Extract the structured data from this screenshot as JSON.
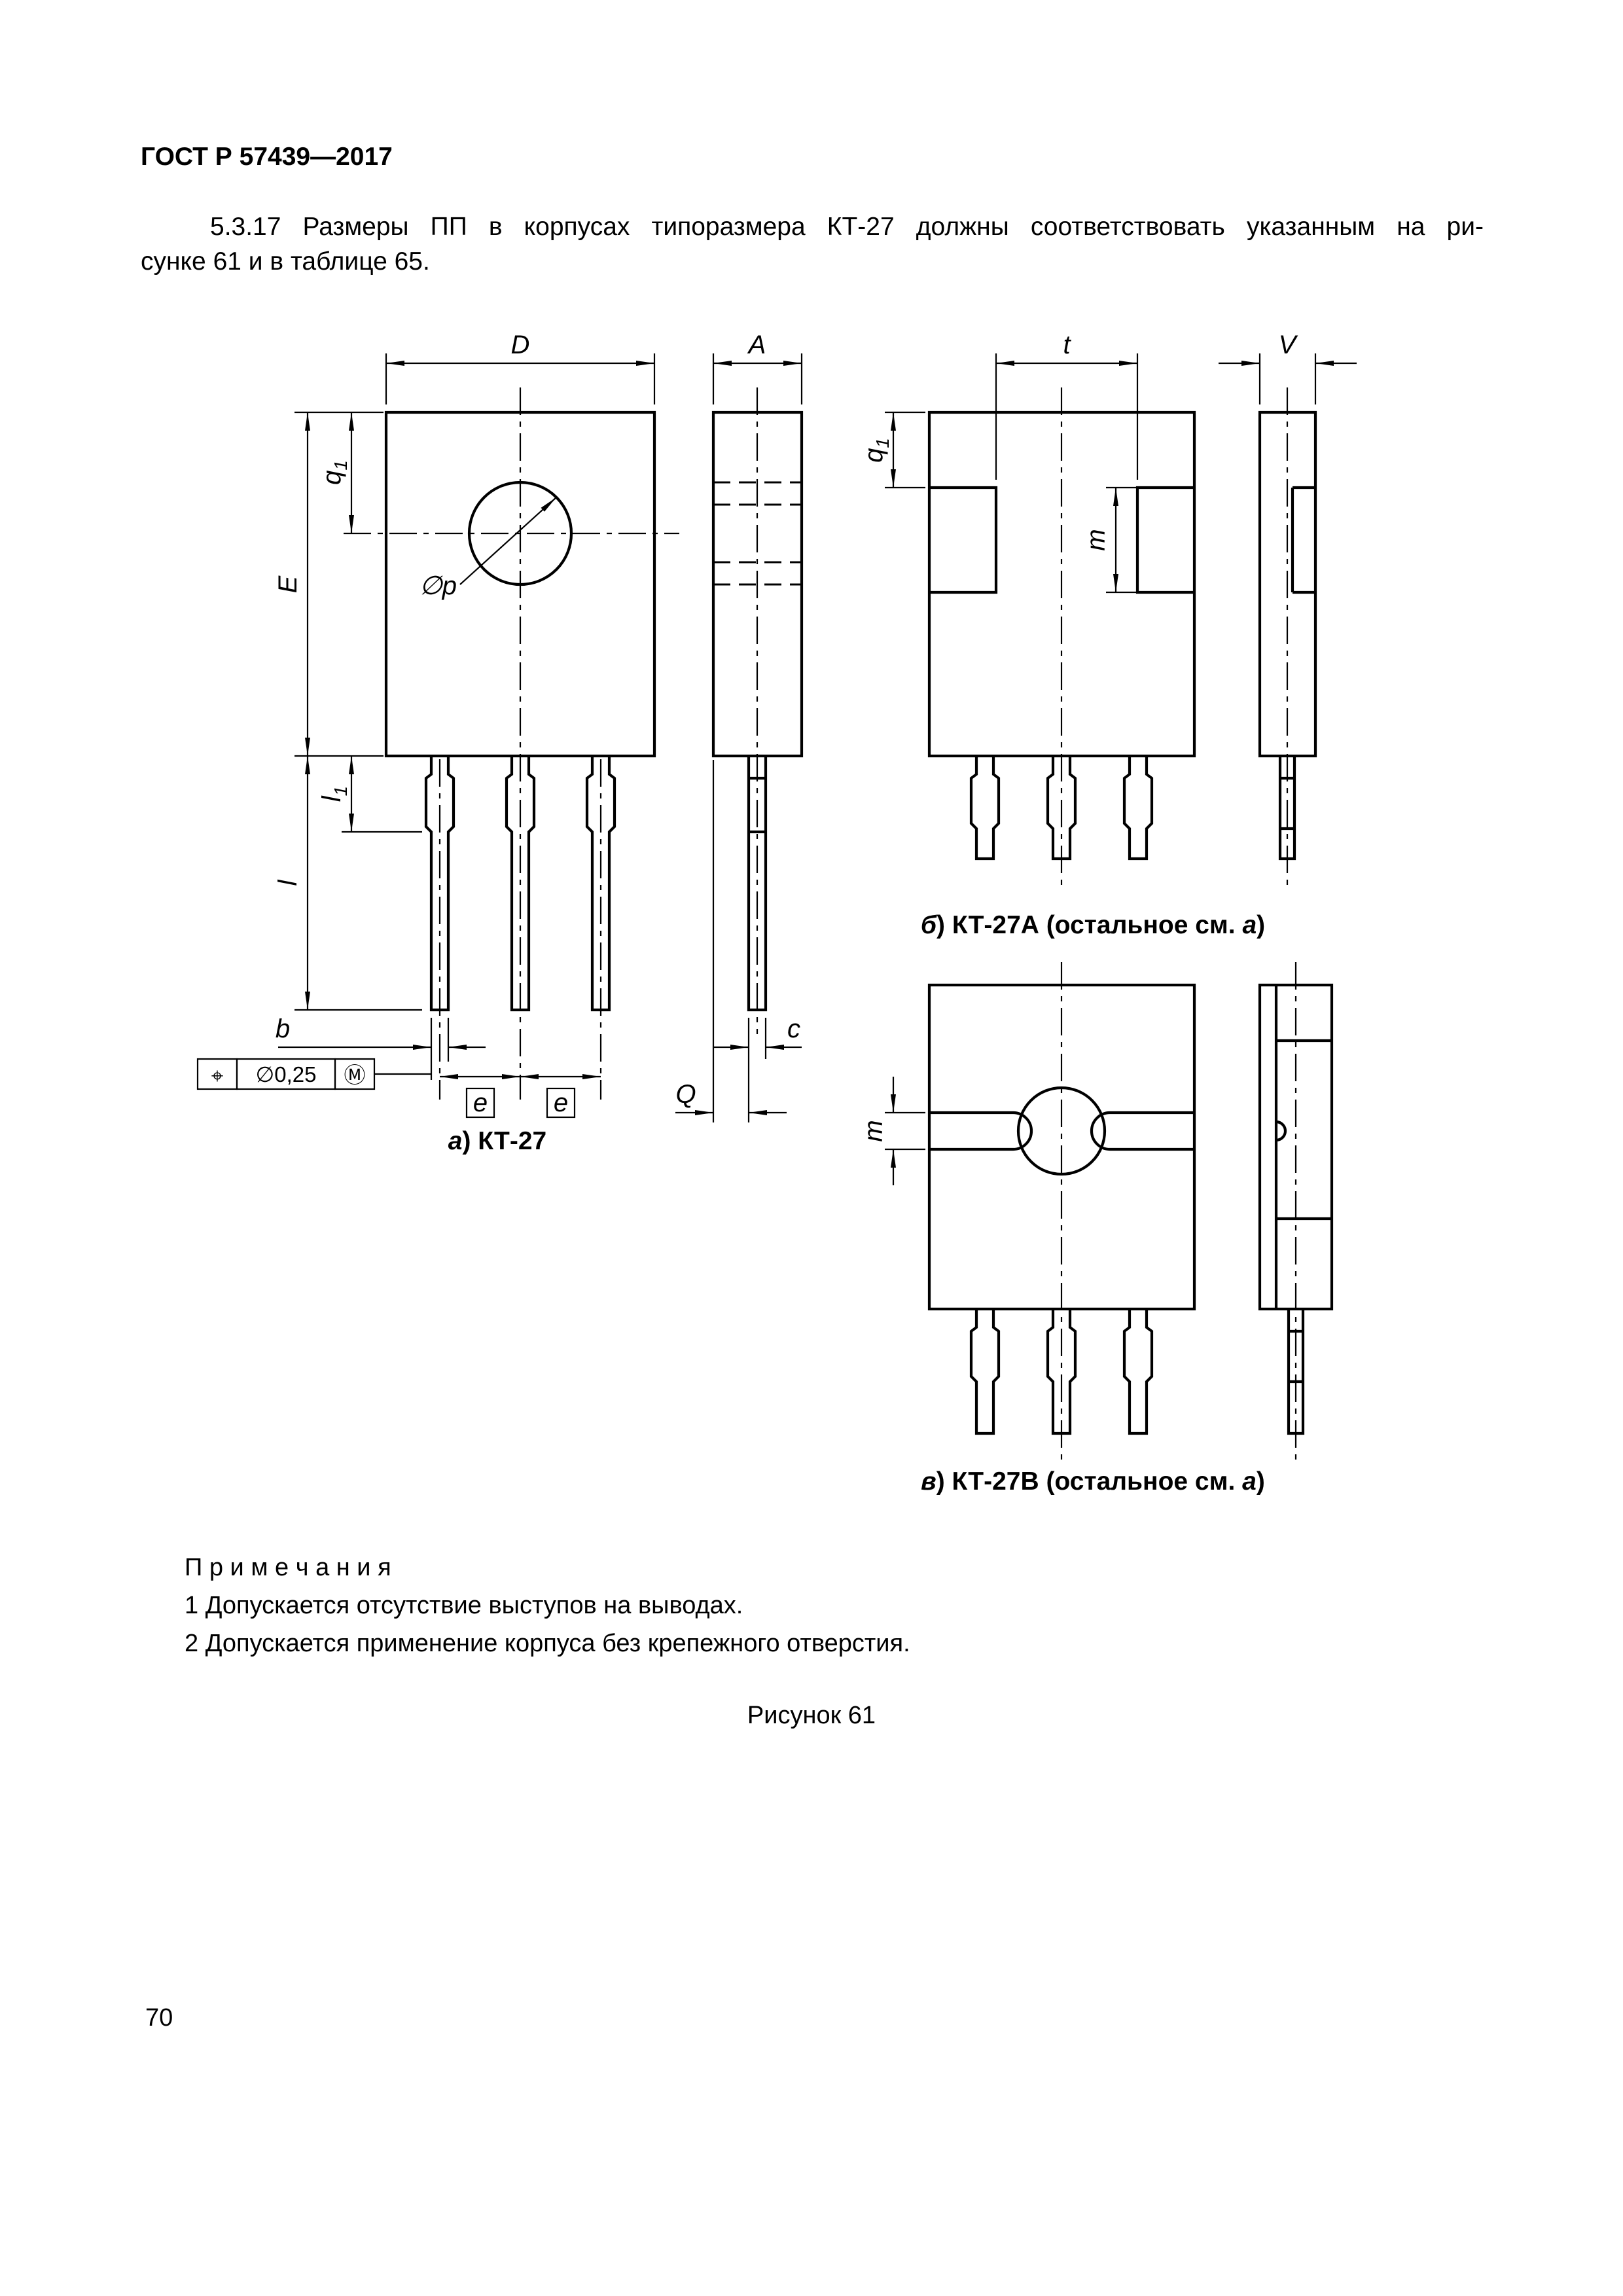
{
  "doc": {
    "header": "ГОСТ Р 57439—2017",
    "para_line1": "5.3.17 Размеры ПП в корпусах типоразмера КТ-27 должны соответствовать указанным на ри-",
    "para_line2": "сунке 61 и в таблице 65.",
    "figure_caption": "Рисунок 61",
    "page_number": "70"
  },
  "notes": {
    "title": "П р и м е ч а н и я",
    "item1": "1 Допускается отсутствие выступов на выводах.",
    "item2": "2 Допускается применение корпуса без крепежного отверстия."
  },
  "captions": {
    "a_letter": "а",
    "a_rest": ") КТ-27",
    "b_letter": "б",
    "b_rest": ") КТ-27А (остальное см. ",
    "b_ref": "а",
    "b_close": ")",
    "v_letter": "в",
    "v_rest": ") КТ-27В (остальное см. ",
    "v_ref": "а",
    "v_close": ")"
  },
  "dims": {
    "D": "D",
    "A": "A",
    "t": "t",
    "V": "V",
    "q1_base": "q",
    "q1_sub": "1",
    "E": "E",
    "l1_base": "l",
    "l1_sub": "1",
    "l": "l",
    "b": "b",
    "e": "e",
    "Q": "Q",
    "c": "c",
    "m": "m",
    "dp": "∅p",
    "tol_sym": "⌖",
    "tol_val": "∅0,25",
    "tol_mod": "Ⓜ"
  }
}
